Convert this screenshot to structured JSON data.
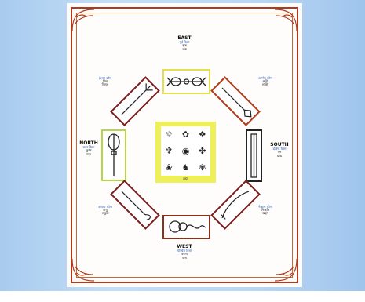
{
  "directions": {
    "east": {
      "title": "EAST",
      "line1": "पूर्व दिशा",
      "line2": "इन्द्र",
      "line3": "वज्र"
    },
    "west": {
      "title": "WEST",
      "line1": "पश्चिम दिशा",
      "line2": "वरुण",
      "line3": "पाश"
    },
    "north": {
      "title": "NORTH",
      "line1": "उत्तर दिशा",
      "line2": "कुबेर",
      "line3": "गदा"
    },
    "south": {
      "title": "SOUTH",
      "line1": "दक्षिण दिशा",
      "line2": "यम",
      "line3": "दण्ड"
    },
    "northeast": {
      "line1": "ईशान कोण",
      "line2": "शिव",
      "line3": "त्रिशूल"
    },
    "southeast": {
      "line1": "आग्नेय कोण",
      "line2": "अग्नि",
      "line3": "शक्ति"
    },
    "northwest": {
      "line1": "वायव्य कोण",
      "line2": "वायु",
      "line3": "अंकुश"
    },
    "southwest": {
      "line1": "नैऋत्य कोण",
      "line2": "निऋति",
      "line3": "खड्ग"
    }
  },
  "center": {
    "label": "ब्रह्मा"
  },
  "colors": {
    "frame": "#b03a1a",
    "east_box": "#e5e04a",
    "south_box": "#222222",
    "north_box": "#b6d64a",
    "west_box": "#8a2f1a",
    "diagonal_box": "#7a1e1e",
    "center_square": "#eef05a"
  }
}
